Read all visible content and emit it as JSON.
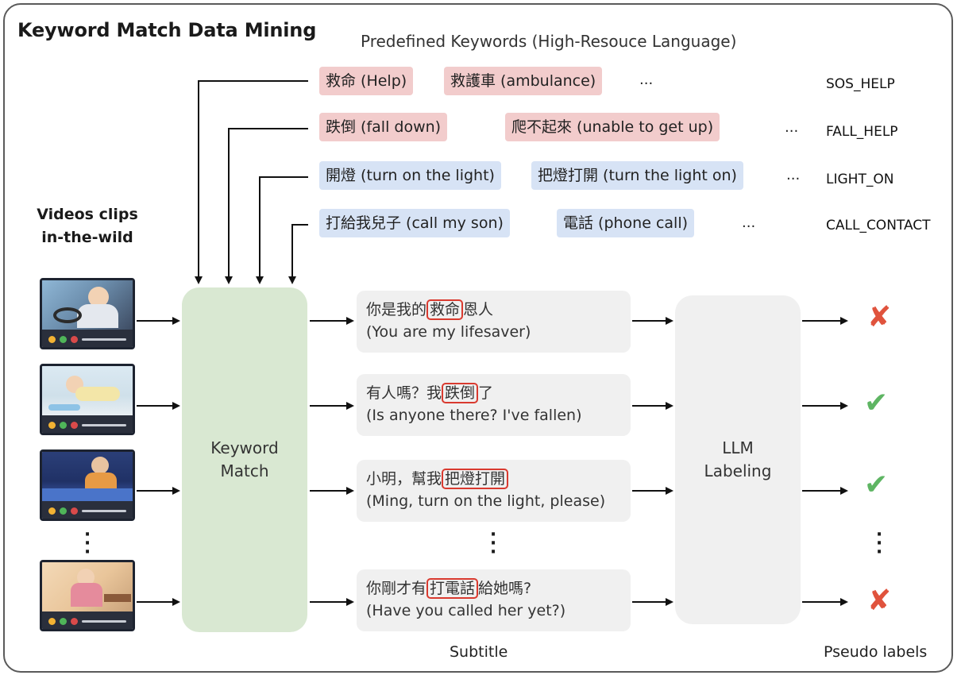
{
  "title": "Keyword Match Data Mining",
  "keywords_header": "Predefined Keywords (High-Resouce Language)",
  "keyword_rows": [
    {
      "chips": [
        "救命 (Help)",
        "救護車 (ambulance)"
      ],
      "ellipsis": "...",
      "label": "SOS_HELP",
      "color": "red"
    },
    {
      "chips": [
        "跌倒 (fall down)",
        "爬不起來 (unable to get up)"
      ],
      "ellipsis": "...",
      "label": "FALL_HELP",
      "color": "red"
    },
    {
      "chips": [
        "開燈 (turn on the light)",
        "把燈打開 (turn the light on)"
      ],
      "ellipsis": "...",
      "label": "LIGHT_ON",
      "color": "blue"
    },
    {
      "chips": [
        "打給我兒子 (call my son)",
        "電話 (phone call)"
      ],
      "ellipsis": "...",
      "label": "CALL_CONTACT",
      "color": "blue"
    }
  ],
  "videos_label_line1": "Videos clips",
  "videos_label_line2": "in-the-wild",
  "keyword_match_line1": "Keyword",
  "keyword_match_line2": "Match",
  "llm_line1": "LLM",
  "llm_line2": "Labeling",
  "subtitles": [
    {
      "pre": "你是我的",
      "kw": "救命",
      "post": "恩人",
      "en": "(You are my lifesaver)",
      "result": "✘"
    },
    {
      "pre": "有人嗎？我",
      "kw": "跌倒",
      "post": "了",
      "en": "(Is anyone there? I've fallen)",
      "result": "✔"
    },
    {
      "pre": "小明，幫我",
      "kw": "把燈打開",
      "post": "",
      "en": "(Ming, turn on the light, please)",
      "result": "✔"
    },
    {
      "pre": "你剛才有",
      "kw": "打電話",
      "post": "給她嗎?",
      "en": "(Have you called her yet?)",
      "result": "✘"
    }
  ],
  "subtitle_label": "Subtitle",
  "pseudo_label": "Pseudo labels",
  "colors": {
    "keyword_red": "#f2cccc",
    "keyword_blue": "#d7e3f5",
    "match_green": "#d9e8d2",
    "highlight": "#d93a2f",
    "cross": "#e0533d",
    "check": "#5eb563"
  },
  "icons": [
    "cross-icon",
    "check-icon",
    "video-thumbnail"
  ]
}
